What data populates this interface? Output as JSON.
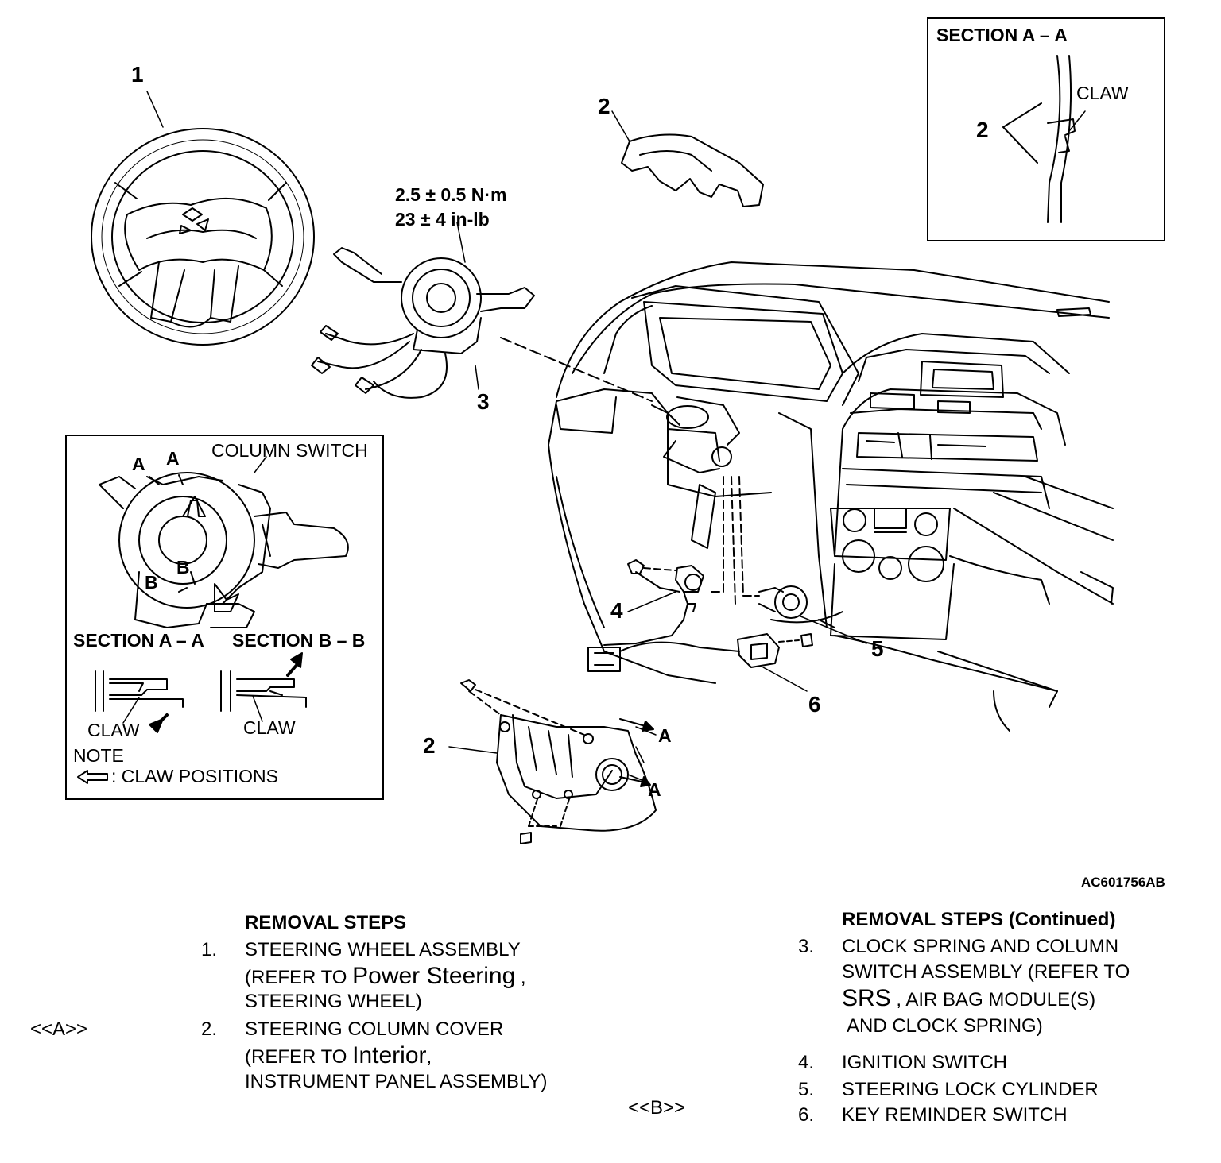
{
  "callouts": {
    "n1": "1",
    "n2_top": "2",
    "n2_bottom": "2",
    "n3": "3",
    "n4": "4",
    "n5": "5",
    "n6": "6",
    "arrow_a_top": "A",
    "arrow_a_bottom": "A"
  },
  "torque": {
    "metric": "2.5 ± 0.5 N·m",
    "imperial": "23 ± 4 in-lb"
  },
  "section_aa_box": {
    "title": "SECTION A – A",
    "claw": "CLAW",
    "num": "2"
  },
  "column_switch_box": {
    "title": "COLUMN SWITCH",
    "a1": "A",
    "a2": "A",
    "b1": "B",
    "b2": "B",
    "section_aa": "SECTION A – A",
    "section_bb": "SECTION B – B",
    "claw_left": "CLAW",
    "claw_right": "CLAW",
    "note": "NOTE",
    "claw_positions": ": CLAW POSITIONS"
  },
  "figure_id": "AC601756AB",
  "removal_steps": {
    "heading": "REMOVAL STEPS",
    "s1_num": "1.",
    "s1_l1": "STEERING WHEEL ASSEMBLY",
    "s1_l2a": "(REFER TO ",
    "s1_l2b": "Power Steering",
    "s1_l2c": ",",
    "s1_l3": "STEERING WHEEL)",
    "s2_tag": "<<A>>",
    "s2_num": "2.",
    "s2_l1": "STEERING COLUMN COVER",
    "s2_l2a": "(REFER TO ",
    "s2_l2b": "Interior",
    "s2_l2c": ",",
    "s2_l3": "INSTRUMENT PANEL ASSEMBLY)"
  },
  "removal_steps_continued": {
    "heading": "REMOVAL STEPS (Continued)",
    "s3_num": "3.",
    "s3_l1": "CLOCK SPRING AND COLUMN",
    "s3_l2": "SWITCH ASSEMBLY (REFER TO",
    "s3_l3a": "SRS",
    "s3_l3b": ", AIR BAG MODULE(S)",
    "s3_l4": "AND CLOCK SPRING)",
    "s4_num": "4.",
    "s4": "IGNITION SWITCH",
    "b_tag": "<<B>>",
    "s5_num": "5.",
    "s5": "STEERING LOCK CYLINDER",
    "s6_num": "6.",
    "s6": "KEY REMINDER SWITCH"
  }
}
